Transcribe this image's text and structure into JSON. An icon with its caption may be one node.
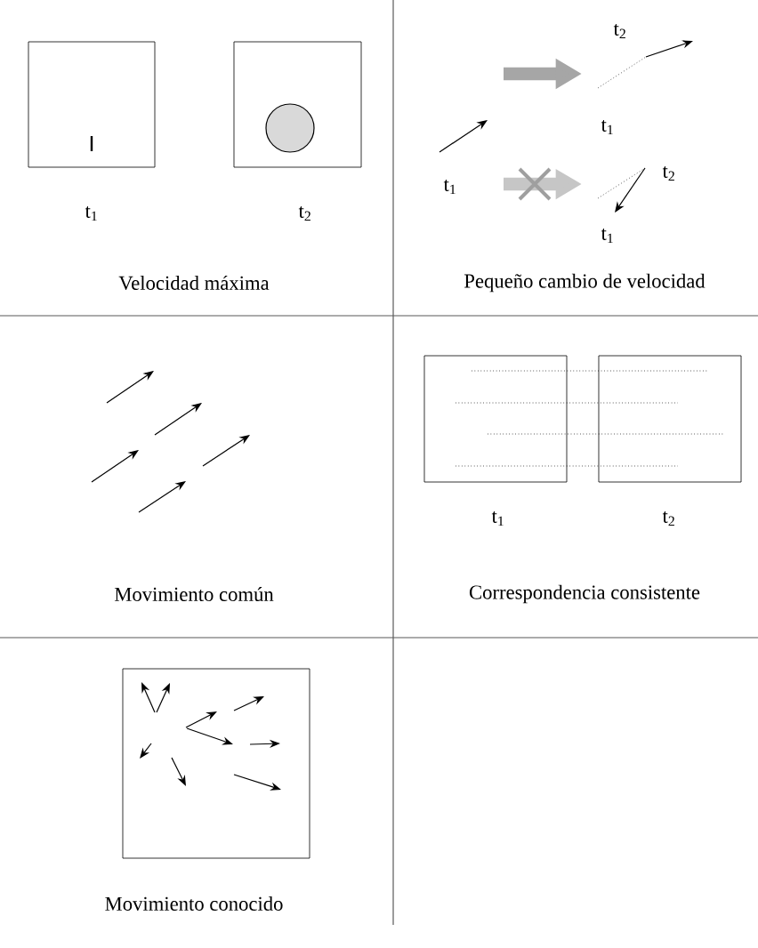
{
  "diagram": {
    "labels": [
      "t$_{1}$",
      "t$_{2}$",
      "t$_{2}$",
      "t$_{1}$",
      "t$_{1}$",
      "t$_{2}$",
      "t$_{1}$",
      "Velocidad máxima",
      "Pequeño cambio de velocidad",
      "t$_{1}$",
      "t$_{2}$",
      "Movimiento común",
      "Correspondencia consistente",
      "Movimiento conocido"
    ]
  }
}
